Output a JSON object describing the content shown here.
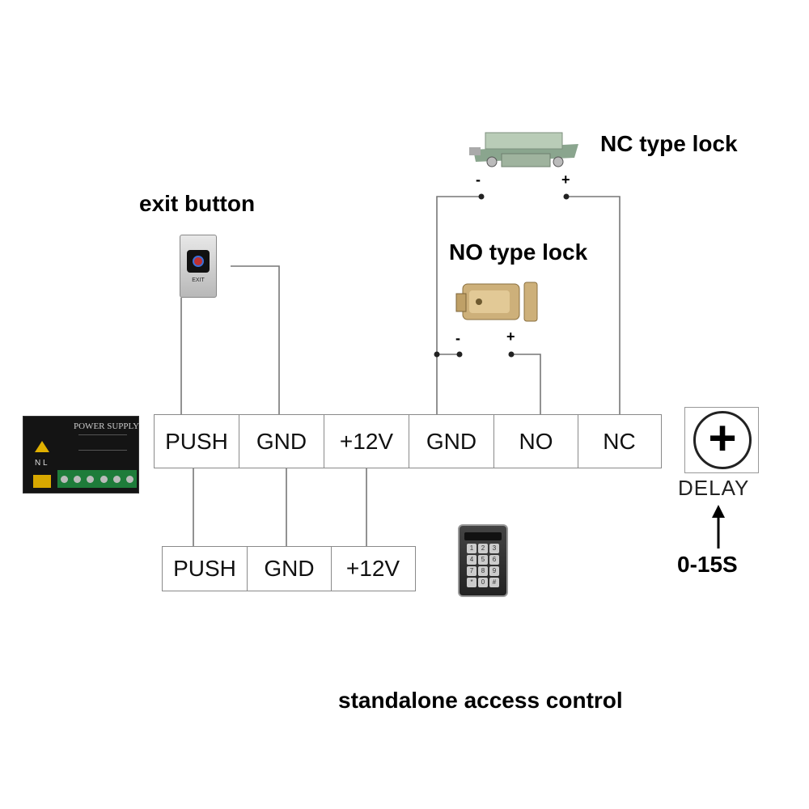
{
  "labels": {
    "nc_lock": "NC type lock",
    "no_lock": "NO type lock",
    "exit_button": "exit button",
    "footer": "standalone access control",
    "delay_range": "0-15S",
    "delay": "DELAY"
  },
  "power_supply": {
    "title": "POWER SUPPLY",
    "terminals": "N L"
  },
  "exit_device": {
    "text": "EXIT"
  },
  "main_terminals": [
    "PUSH",
    "GND",
    "+12V",
    "GND",
    "NO",
    "NC"
  ],
  "controller_terminals": [
    "PUSH",
    "GND",
    "+12V"
  ],
  "polarity": {
    "nc_minus": "-",
    "nc_plus": "+",
    "no_minus": "-",
    "no_plus": "+"
  },
  "delay_knob_symbol": "+",
  "keypad_keys": [
    "1",
    "2",
    "3",
    "4",
    "5",
    "6",
    "7",
    "8",
    "9",
    "*",
    "0",
    "#"
  ]
}
